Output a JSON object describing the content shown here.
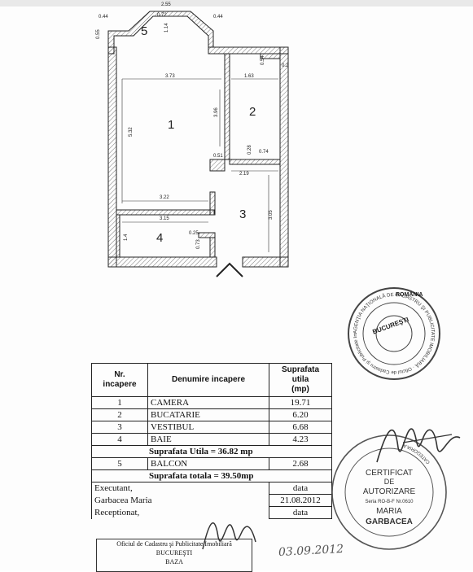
{
  "plan": {
    "rooms": [
      "1",
      "2",
      "3",
      "4",
      "5"
    ],
    "dims": {
      "top_width": "2.55",
      "top_left": "0.44",
      "top_mid": "0.72",
      "top_right": "0.44",
      "balcony_depth": "1.14",
      "balcony_side": "0.55",
      "d_054": "0.54",
      "d_02": "0.2",
      "d_373": "3.73",
      "d_163": "1.63",
      "d_396": "3.96",
      "d_532": "5.32",
      "d_028": "0.28",
      "d_074": "0.74",
      "d_051": "0.51",
      "d_219": "2.19",
      "d_322": "3.22",
      "d_315": "3.15",
      "d_305": "3.05",
      "d_14": "1.4",
      "d_025": "0.25",
      "d_073": "0.73"
    }
  },
  "stamp_round": {
    "country": "ROMÂNIA",
    "city": "BUCUREŞTI",
    "ring": "AGENŢIA NAŢIONALĂ DE CADASTRU ŞI PUBLICITATE IMOBILIARĂ · Oficiul de Cadastru şi Publicitate Imobiliară"
  },
  "table": {
    "headers": {
      "nr": [
        "Nr.",
        "incapere"
      ],
      "den": "Denumire incapere",
      "sup": [
        "Suprafata",
        "utila",
        "(mp)"
      ]
    },
    "rows": [
      {
        "nr": "1",
        "name": "CAMERA",
        "area": "19.71"
      },
      {
        "nr": "2",
        "name": "BUCATARIE",
        "area": "6.20"
      },
      {
        "nr": "3",
        "name": "VESTIBUL",
        "area": "6.68"
      },
      {
        "nr": "4",
        "name": "BAIE",
        "area": "4.23"
      }
    ],
    "total_utila": "Suprafata Utila = 36.82 mp",
    "balcon": {
      "nr": "5",
      "name": "BALCON",
      "area": "2.68"
    },
    "total": "Suprafata totala = 39.50mp",
    "executant": "Executant,",
    "executant_data": "data",
    "author": "Garbacea Maria",
    "author_date": "21.08.2012",
    "receptionat": "Receptionat,",
    "receptionat_data": "data"
  },
  "cert_stamp": {
    "line1": "CERTIFICAT",
    "line2": "DE",
    "line3": "AUTORIZARE",
    "line4": "Seria RO-B-F Nr.0610",
    "line5": "MARIA",
    "line6": "GARBACEA",
    "ring": "CATEGORIA A"
  },
  "bottom_stamp": {
    "line1": "Oficiul de Cadastru şi Publicitate Imobiliară",
    "line2": "BUCUREŞTI",
    "line3": "BAZA"
  },
  "hand_date": "03.09.2012"
}
